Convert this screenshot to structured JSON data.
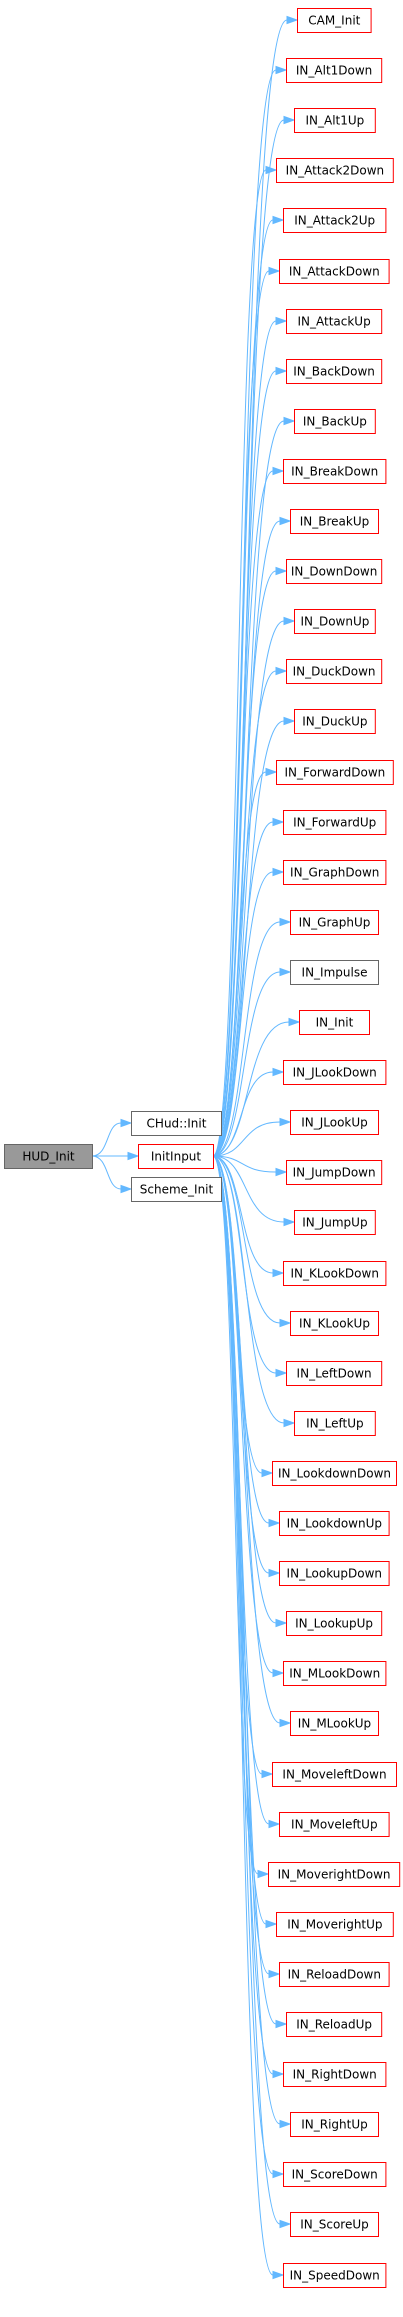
{
  "diagram": {
    "root": {
      "id": "hud_init",
      "label": "HUD_Init"
    },
    "level1": [
      {
        "id": "chud_init",
        "label": "CHud::Init"
      },
      {
        "id": "initinput",
        "label": "InitInput"
      },
      {
        "id": "scheme_init",
        "label": "Scheme_Init"
      }
    ],
    "callees": [
      {
        "label": "CAM_Init",
        "border": "red"
      },
      {
        "label": "IN_Alt1Down",
        "border": "red"
      },
      {
        "label": "IN_Alt1Up",
        "border": "red"
      },
      {
        "label": "IN_Attack2Down",
        "border": "red"
      },
      {
        "label": "IN_Attack2Up",
        "border": "red"
      },
      {
        "label": "IN_AttackDown",
        "border": "red"
      },
      {
        "label": "IN_AttackUp",
        "border": "red"
      },
      {
        "label": "IN_BackDown",
        "border": "red"
      },
      {
        "label": "IN_BackUp",
        "border": "red"
      },
      {
        "label": "IN_BreakDown",
        "border": "red"
      },
      {
        "label": "IN_BreakUp",
        "border": "red"
      },
      {
        "label": "IN_DownDown",
        "border": "red"
      },
      {
        "label": "IN_DownUp",
        "border": "red"
      },
      {
        "label": "IN_DuckDown",
        "border": "red"
      },
      {
        "label": "IN_DuckUp",
        "border": "red"
      },
      {
        "label": "IN_ForwardDown",
        "border": "red"
      },
      {
        "label": "IN_ForwardUp",
        "border": "red"
      },
      {
        "label": "IN_GraphDown",
        "border": "red"
      },
      {
        "label": "IN_GraphUp",
        "border": "red"
      },
      {
        "label": "IN_Impulse",
        "border": "gray"
      },
      {
        "label": "IN_Init",
        "border": "red"
      },
      {
        "label": "IN_JLookDown",
        "border": "red"
      },
      {
        "label": "IN_JLookUp",
        "border": "red"
      },
      {
        "label": "IN_JumpDown",
        "border": "red"
      },
      {
        "label": "IN_JumpUp",
        "border": "red"
      },
      {
        "label": "IN_KLookDown",
        "border": "red"
      },
      {
        "label": "IN_KLookUp",
        "border": "red"
      },
      {
        "label": "IN_LeftDown",
        "border": "red"
      },
      {
        "label": "IN_LeftUp",
        "border": "red"
      },
      {
        "label": "IN_LookdownDown",
        "border": "red"
      },
      {
        "label": "IN_LookdownUp",
        "border": "red"
      },
      {
        "label": "IN_LookupDown",
        "border": "red"
      },
      {
        "label": "IN_LookupUp",
        "border": "red"
      },
      {
        "label": "IN_MLookDown",
        "border": "red"
      },
      {
        "label": "IN_MLookUp",
        "border": "red"
      },
      {
        "label": "IN_MoveleftDown",
        "border": "red"
      },
      {
        "label": "IN_MoveleftUp",
        "border": "red"
      },
      {
        "label": "IN_MoverightDown",
        "border": "red"
      },
      {
        "label": "IN_MoverightUp",
        "border": "red"
      },
      {
        "label": "IN_ReloadDown",
        "border": "red"
      },
      {
        "label": "IN_ReloadUp",
        "border": "red"
      },
      {
        "label": "IN_RightDown",
        "border": "red"
      },
      {
        "label": "IN_RightUp",
        "border": "red"
      },
      {
        "label": "IN_ScoreDown",
        "border": "red"
      },
      {
        "label": "IN_ScoreUp",
        "border": "red"
      },
      {
        "label": "IN_SpeedDown",
        "border": "red"
      }
    ],
    "colors": {
      "edge": "#63b8ff",
      "red_border": "#ff0000",
      "gray_border": "#666666",
      "root_fill": "#999999",
      "root_border": "#666666",
      "node_fill": "#ffffff"
    }
  }
}
